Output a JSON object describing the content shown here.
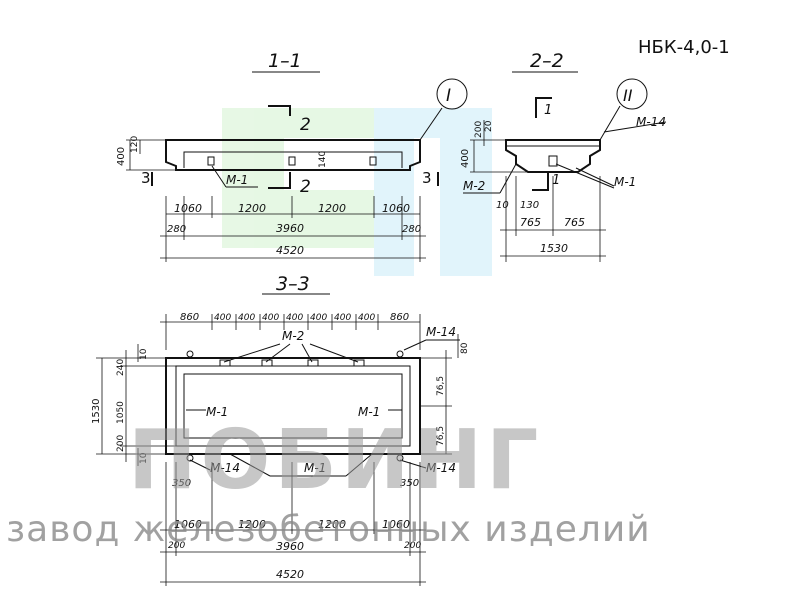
{
  "drawing": {
    "code": "НБК-4,0-1",
    "section_titles": {
      "s11": "1–1",
      "s22": "2–2",
      "s33": "3–3"
    },
    "callouts": {
      "c1": "I",
      "c2": "II"
    },
    "cut_marks": {
      "a": "2",
      "b": "2",
      "c": "1",
      "d": "1",
      "e": "3",
      "f": "3"
    },
    "parts": {
      "m1": "М-1",
      "m2": "М-2",
      "m14": "М-14"
    },
    "dims": {
      "d400": "400",
      "d120": "120",
      "d140": "140",
      "d200": "200",
      "d20": "20",
      "d1060": "1060",
      "d1200": "1200",
      "d3960": "3960",
      "d4520": "4520",
      "d280": "280",
      "d765": "765",
      "d1530": "1530",
      "d10": "10",
      "d130": "130",
      "d860": "860",
      "d1050": "1050",
      "d80": "80",
      "d350": "350",
      "d240": "240",
      "d76_5": "76,5"
    }
  },
  "watermark": {
    "brand": "ПОБИНГ",
    "tagline": "завод железобетонных изделий"
  }
}
